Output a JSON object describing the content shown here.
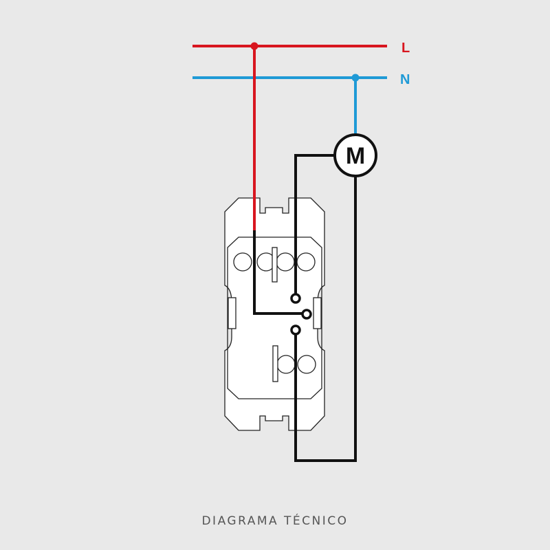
{
  "lines": {
    "live": {
      "label": "L",
      "color": "#d8161f"
    },
    "neutral": {
      "label": "N",
      "color": "#1f9ad6"
    }
  },
  "motor": {
    "label": "M"
  },
  "wire_color": "#111111",
  "caption": "DIAGRAMA TÉCNICO"
}
